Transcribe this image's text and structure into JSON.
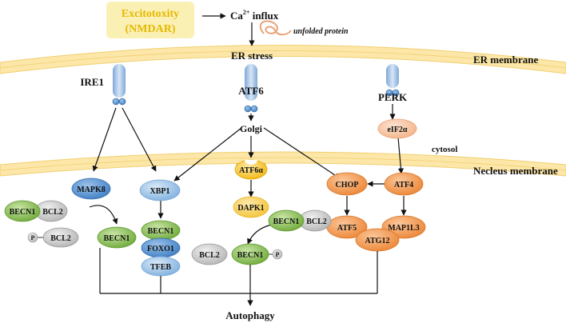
{
  "trigger": {
    "line1": "Excitotoxity",
    "line2": "(NMDAR)"
  },
  "calcium": {
    "base": "Ca",
    "sup": "2+",
    "suffix": " influx"
  },
  "unfolded_protein": "unfolded protein",
  "er_stress": "ER stress",
  "membranes": {
    "er": "ER membrane",
    "nucleus": "Necleus membrane",
    "cytosol": "cytosol"
  },
  "sensors": {
    "ire1": "IRE1",
    "atf6": "ATF6",
    "perk": "PERK"
  },
  "golgi": "Golgi",
  "nodes": {
    "mapk8": "MAPK8",
    "xbp1": "XBP1",
    "atf6a": "ATF6α",
    "dapk1": "DAPK1",
    "eif2a": "eIF2α",
    "atf4": "ATF4",
    "chop": "CHOP",
    "atf5": "ATF5",
    "map1l3": "MAP1L3",
    "atg12": "ATG12",
    "becn1_complex_left": "BECN1",
    "bcl2_complex_left": "BCL2",
    "p_left": "P",
    "bcl2_free_left": "BCL2",
    "becn1_left": "BECN1",
    "becn1_xbp": "BECN1",
    "foxo1": "FOXO1",
    "tfeb": "TFEB",
    "becn1_complex_mid": "BECN1",
    "bcl2_complex_mid": "BCL2",
    "bcl2_free_mid": "BCL2",
    "becn1_mid": "BECN1",
    "p_mid": "P"
  },
  "autophagy": "Autophagy",
  "colors": {
    "membrane": "#fbe6a6",
    "trigger_bg": "#fbf0b4",
    "trigger_text": "#e6b800",
    "green": "#84bd52",
    "blue": "#8dbbe3",
    "orange": "#f39a4e",
    "peach": "#f7c3a0",
    "yellow": "#f8c62a",
    "gray": "#c8c8c8"
  }
}
